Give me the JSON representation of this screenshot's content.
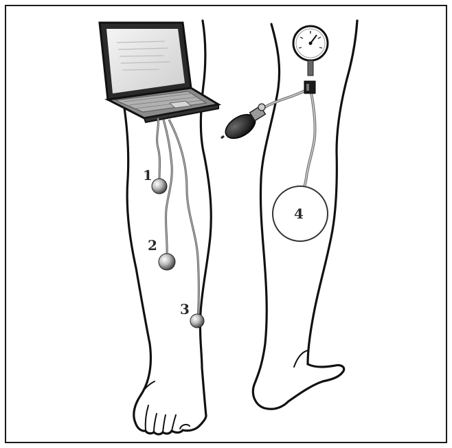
{
  "labels": {
    "sensor_1": "1",
    "sensor_2": "2",
    "sensor_3": "3",
    "cuff": "4"
  }
}
